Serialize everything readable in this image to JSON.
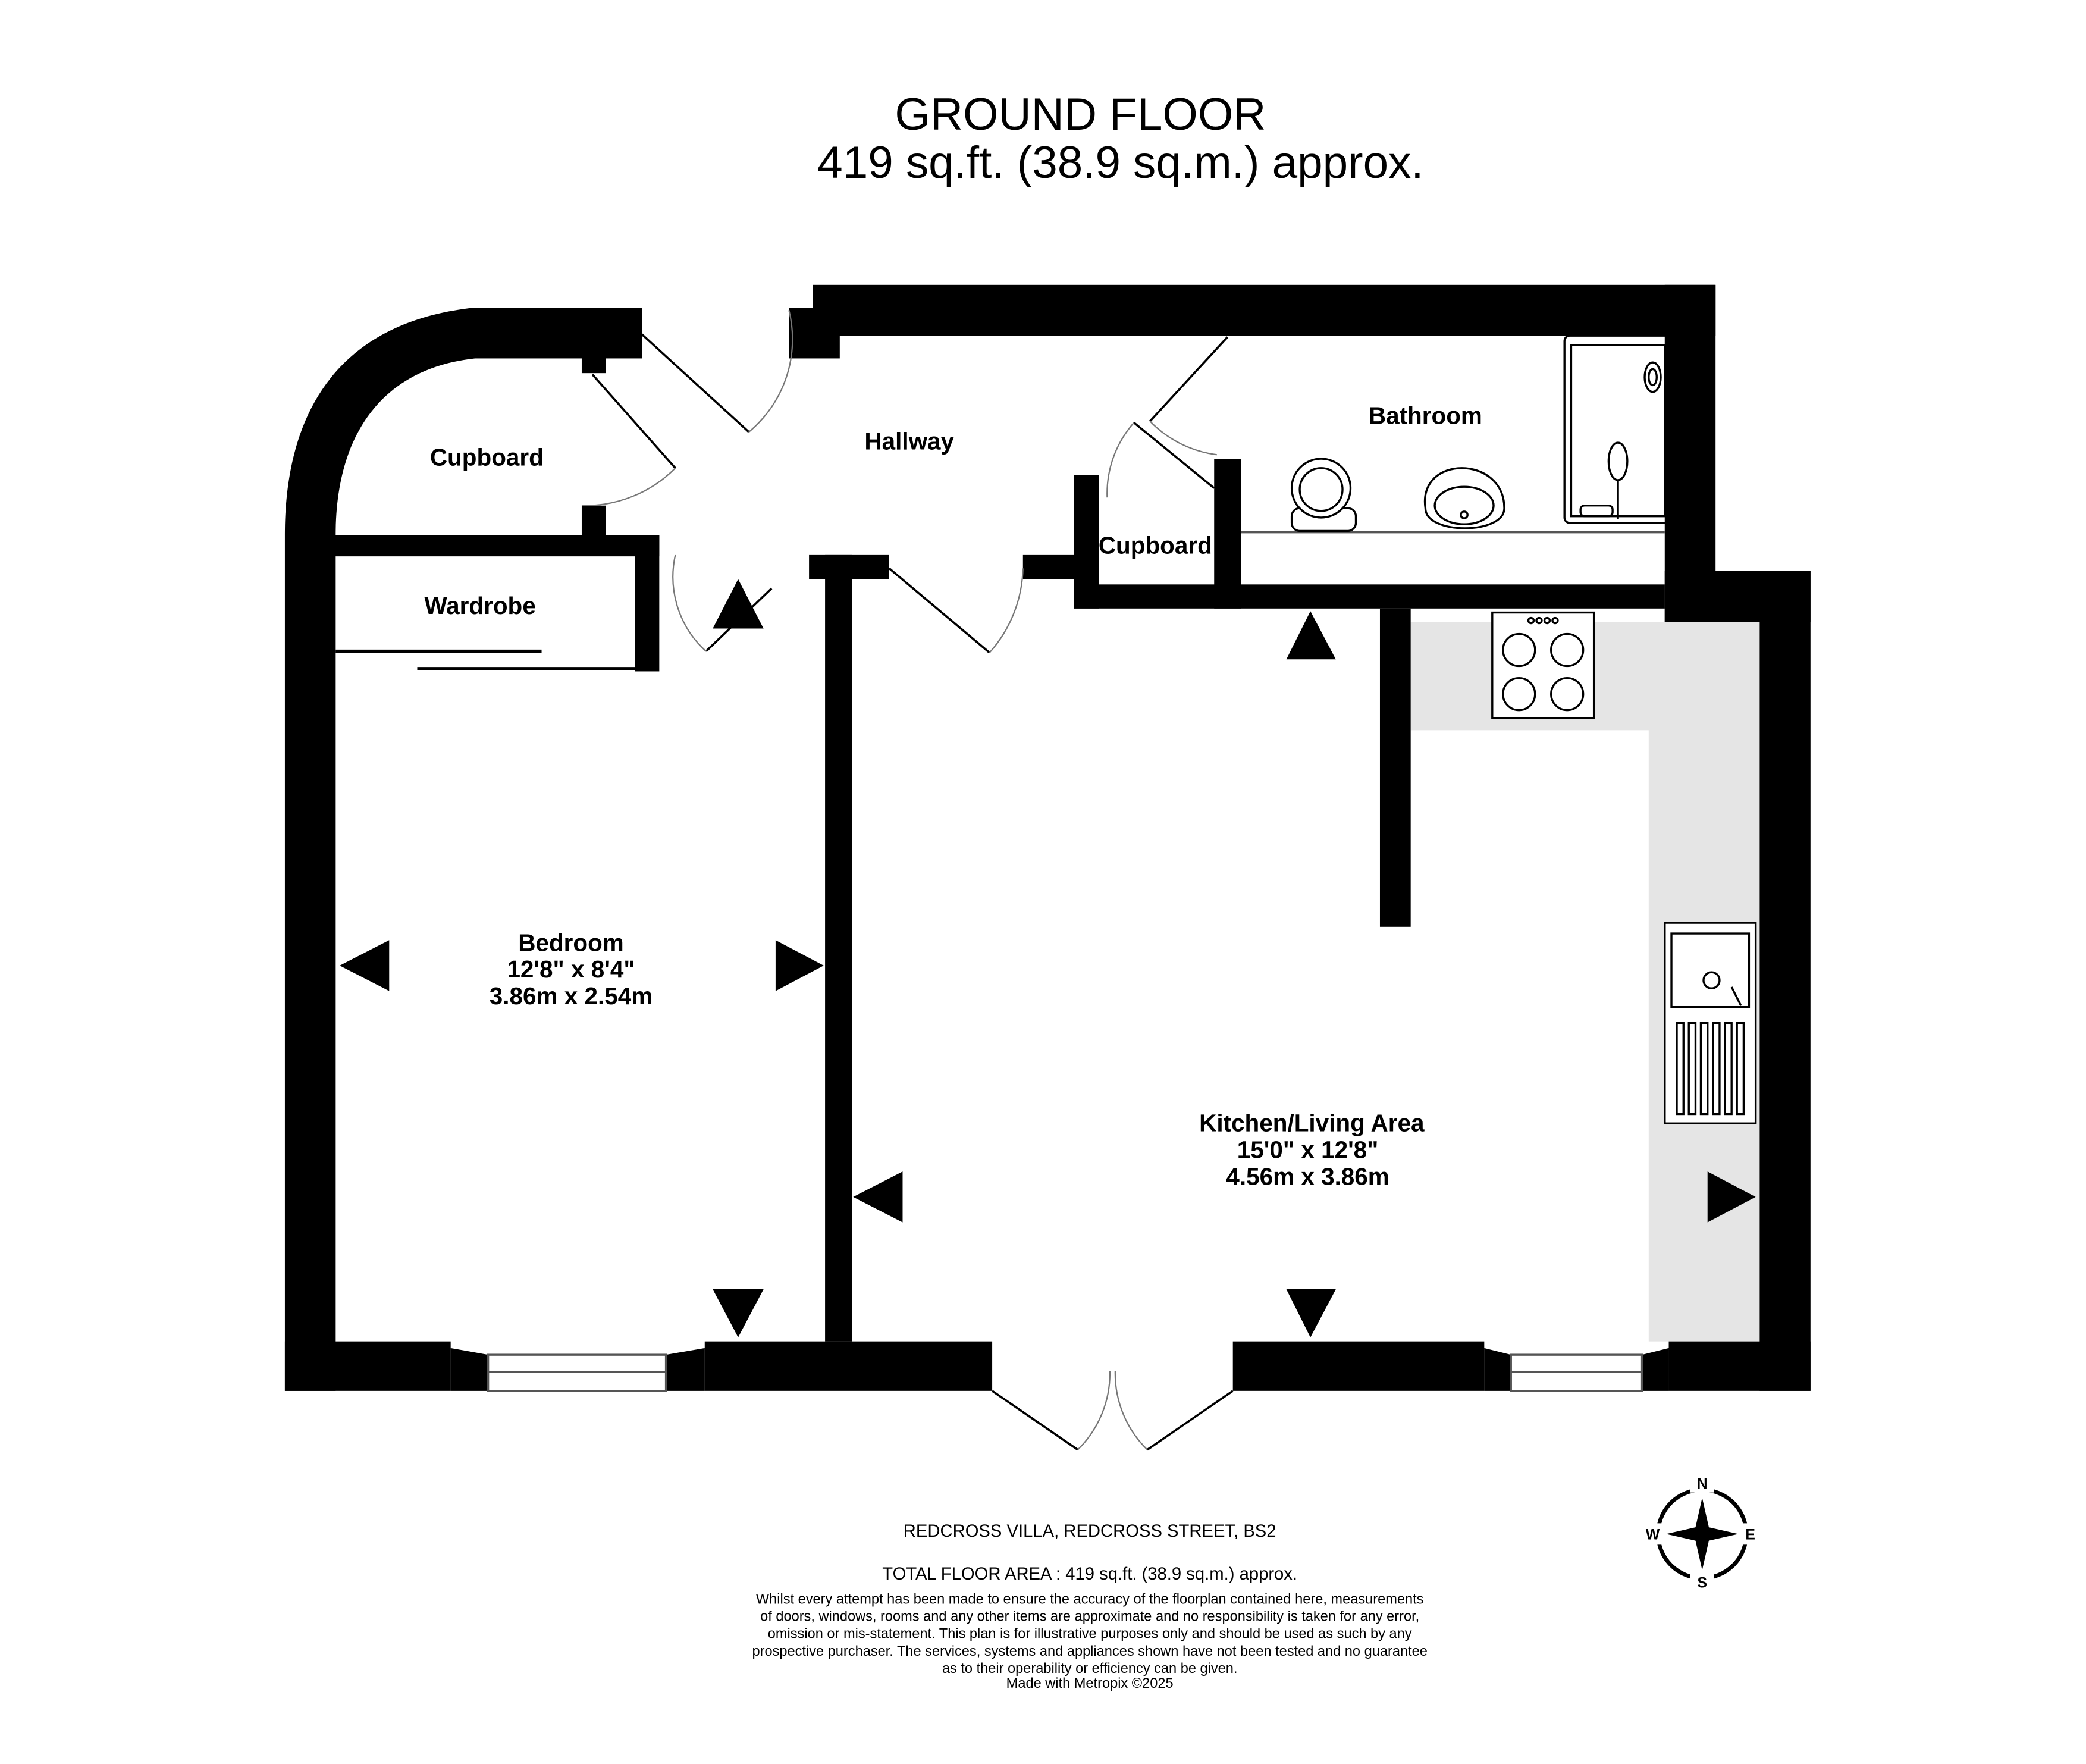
{
  "header": {
    "title": "GROUND FLOOR",
    "area": "419 sq.ft. (38.9 sq.m.) approx."
  },
  "rooms": {
    "cupboard_left": "Cupboard",
    "hallway": "Hallway",
    "bathroom": "Bathroom",
    "cupboard_hall": "Cupboard",
    "wardrobe": "Wardrobe",
    "bedroom": {
      "name": "Bedroom",
      "imperial": "12'8\"  x 8'4\"",
      "metric": "3.86m  x 2.54m"
    },
    "kitchen": {
      "name": "Kitchen/Living Area",
      "imperial": "15'0\"  x 12'8\"",
      "metric": "4.56m  x 3.86m"
    }
  },
  "footer": {
    "address": "REDCROSS VILLA, REDCROSS STREET, BS2",
    "total": "TOTAL FLOOR AREA : 419 sq.ft. (38.9 sq.m.) approx.",
    "disclaimer": [
      "Whilst every attempt has been made to ensure the accuracy of the floorplan contained here, measurements",
      "of doors, windows, rooms and any other items are approximate and no responsibility is taken for any error,",
      "omission or mis-statement. This plan is for illustrative purposes only and should be used as such by any",
      "prospective purchaser. The services, systems and appliances shown have not been tested and no guarantee",
      "as to their operability or efficiency can be given."
    ],
    "credit": "Made with Metropix ©2025"
  },
  "compass": {
    "n": "N",
    "e": "E",
    "s": "S",
    "w": "W"
  },
  "colors": {
    "wall": "#000000",
    "counter": "#e5e5e5"
  }
}
